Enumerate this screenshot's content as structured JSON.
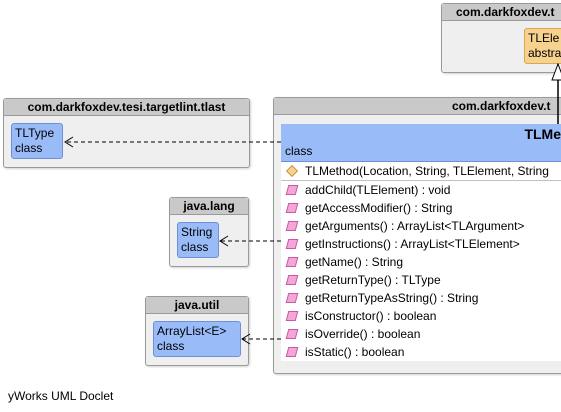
{
  "packages": {
    "top": {
      "title": "com.darkfoxdev.t",
      "class_line1": "TLEle",
      "class_line2": "abstra"
    },
    "tlast": {
      "title": "com.darkfoxdev.tesi.targetlint.tlast",
      "class_name": "TLType",
      "class_kind": "class"
    },
    "main": {
      "title": "com.darkfoxdev.t",
      "class_name": "TLMe",
      "class_kind": "class"
    },
    "lang": {
      "title": "java.lang",
      "class_name": "String",
      "class_kind": "class"
    },
    "util": {
      "title": "java.util",
      "class_name": "ArrayList<E>",
      "class_kind": "class"
    }
  },
  "constructor": "TLMethod(Location, String, TLElement, String",
  "methods": [
    "addChild(TLElement) : void",
    "getAccessModifier() : String",
    "getArguments() : ArrayList<TLArgument>",
    "getInstructions() : ArrayList<TLElement>",
    "getName() : String",
    "getReturnType() : TLType",
    "getReturnTypeAsString() : String",
    "isConstructor() : boolean",
    "isOverride() : boolean",
    "isStatic() : boolean"
  ],
  "icons": {
    "constructor": "constructor-icon",
    "method": "method-icon"
  },
  "colors": {
    "class_fill": "#99bbf7",
    "abstract_fill": "#f7d28e",
    "package_fill": "#efefef",
    "method_icon": "#f5a6d8"
  },
  "footer": "yWorks UML Doclet"
}
